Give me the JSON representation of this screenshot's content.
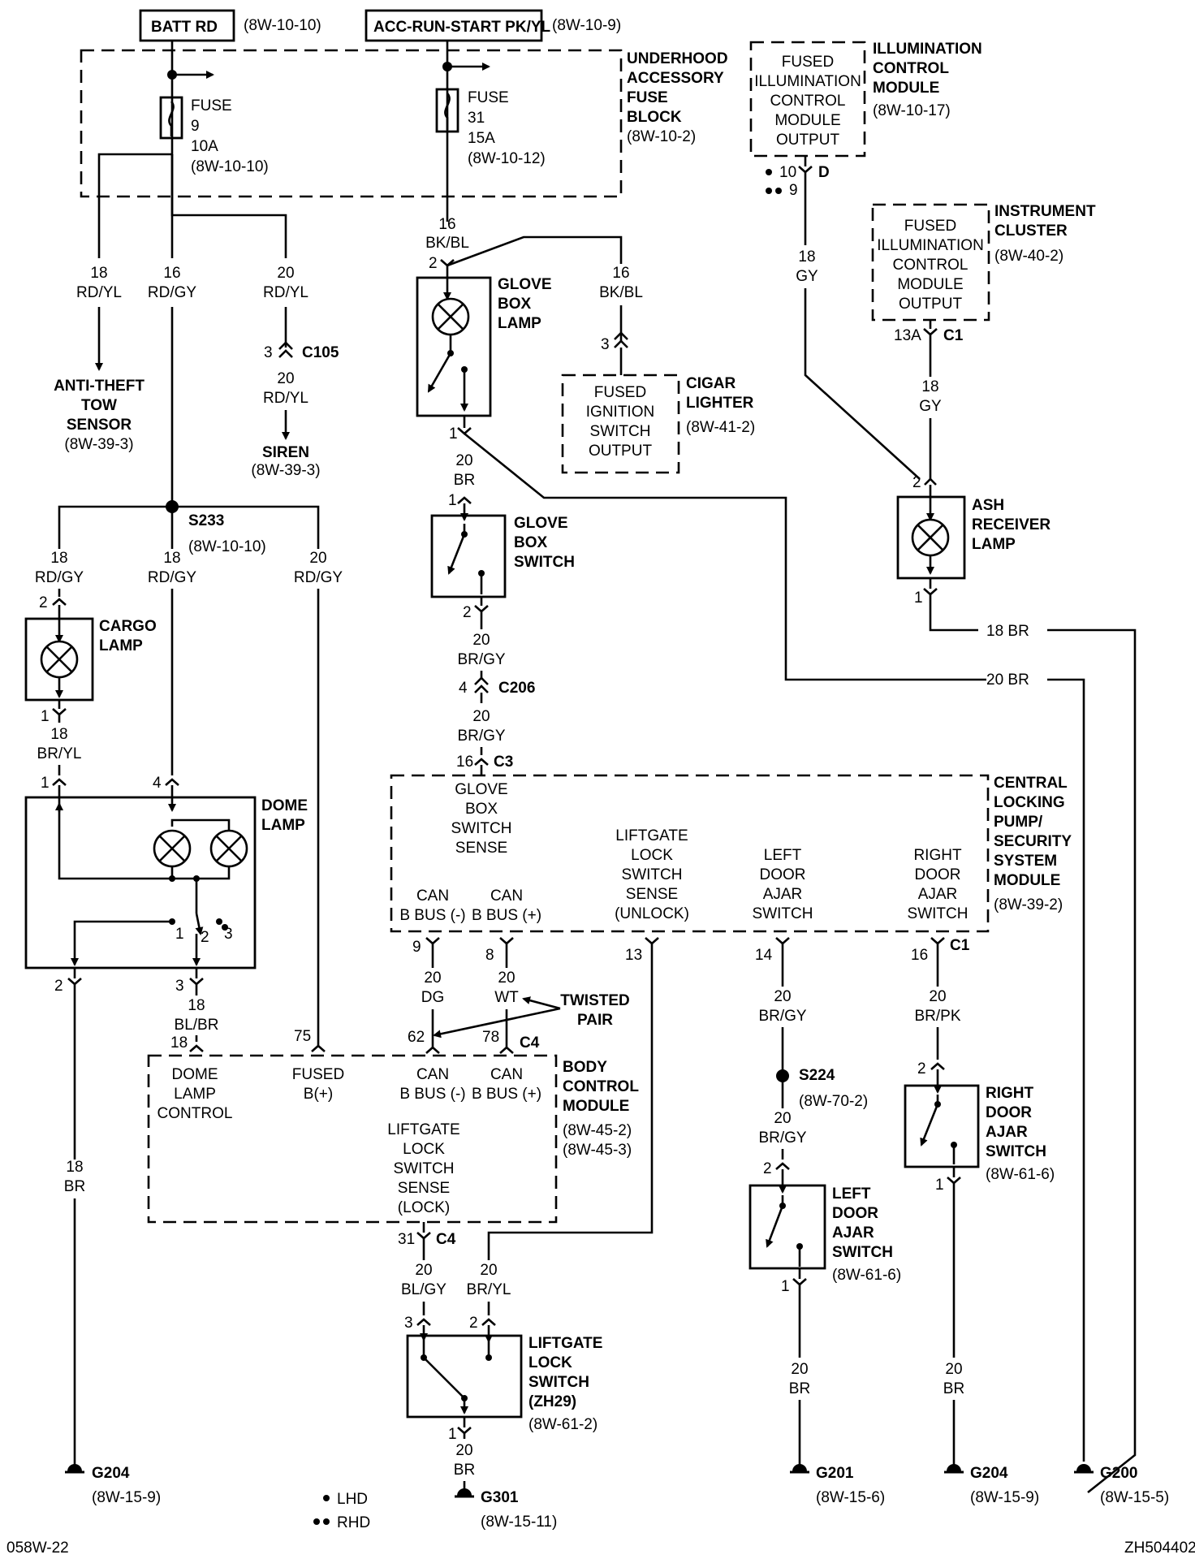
{
  "header": {
    "batt_rd": "BATT RD",
    "batt_ref": "(8W-10-10)",
    "acc_run": "ACC-RUN-START PK/YL",
    "acc_ref": "(8W-10-9)"
  },
  "underhood": {
    "l1": "UNDERHOOD",
    "l2": "ACCESSORY",
    "l3": "FUSE",
    "l4": "BLOCK",
    "ref": "(8W-10-2)"
  },
  "fuse9": {
    "l1": "FUSE",
    "l2": "9",
    "l3": "10A",
    "ref": "(8W-10-10)"
  },
  "fuse31": {
    "l1": "FUSE",
    "l2": "31",
    "l3": "15A",
    "ref": "(8W-10-12)"
  },
  "illum": {
    "box": [
      "FUSED",
      "ILLUMINATION",
      "CONTROL",
      "MODULE",
      "OUTPUT"
    ],
    "title": [
      "ILLUMINATION",
      "CONTROL",
      "MODULE"
    ],
    "ref": "(8W-10-17)",
    "pin1": "10",
    "pin2": "9",
    "conn": "D"
  },
  "cluster": {
    "box": [
      "FUSED",
      "ILLUMINATION",
      "CONTROL",
      "MODULE",
      "OUTPUT"
    ],
    "title": [
      "INSTRUMENT",
      "CLUSTER"
    ],
    "ref": "(8W-40-2)",
    "pin": "13A",
    "conn": "C1"
  },
  "wires": {
    "w18rdyl": [
      "18",
      "RD/YL"
    ],
    "w16rdgy": [
      "16",
      "RD/GY"
    ],
    "w20rdyl": [
      "20",
      "RD/YL"
    ],
    "w20rdyl_b": [
      "20",
      "RD/YL"
    ],
    "w16bkbl": [
      "16",
      "BK/BL"
    ],
    "w16bkbl_b": [
      "16",
      "BK/BL"
    ],
    "w18gy": [
      "18",
      "GY"
    ],
    "w18gy_b": [
      "18",
      "GY"
    ],
    "w20br_a": [
      "20",
      "BR"
    ],
    "w18rdgy_a": [
      "18",
      "RD/GY"
    ],
    "w18rdgy_b": [
      "18",
      "RD/GY"
    ],
    "w20rdgy": [
      "20",
      "RD/GY"
    ],
    "w20brgy_a": [
      "20",
      "BR/GY"
    ],
    "w20brgy_b": [
      "20",
      "BR/GY"
    ],
    "w18bryl": [
      "18",
      "BR/YL"
    ],
    "w18blbr": [
      "18",
      "BL/BR"
    ],
    "w18br_left": [
      "18",
      "BR"
    ],
    "w20dg": [
      "20",
      "DG"
    ],
    "w20wt": [
      "20",
      "WT"
    ],
    "w20brgy_c": [
      "20",
      "BR/GY"
    ],
    "w20brgy_d": [
      "20",
      "BR/GY"
    ],
    "w20brpk": [
      "20",
      "BR/PK"
    ],
    "w20blgy": [
      "20",
      "BL/GY"
    ],
    "w20bryl": [
      "20",
      "BR/YL"
    ],
    "w20br_g301": [
      "20",
      "BR"
    ],
    "w20br_g201": [
      "20",
      "BR"
    ],
    "w20br_g204r": [
      "20",
      "BR"
    ],
    "w18br_h": "18  BR",
    "w20br_h": "20  BR"
  },
  "antitheft": {
    "lines": [
      "ANTI-THEFT",
      "TOW",
      "SENSOR"
    ],
    "ref": "(8W-39-3)"
  },
  "c105": {
    "pin": "3",
    "conn": "C105"
  },
  "siren": {
    "label": "SIREN",
    "ref": "(8W-39-3)"
  },
  "glove_lamp": {
    "lines": [
      "GLOVE",
      "BOX",
      "LAMP"
    ],
    "pin_top": "2",
    "pin_bot": "1"
  },
  "cigar": {
    "box": [
      "FUSED",
      "IGNITION",
      "SWITCH",
      "OUTPUT"
    ],
    "title": [
      "CIGAR",
      "LIGHTER"
    ],
    "ref": "(8W-41-2)",
    "pin": "3"
  },
  "ash": {
    "lines": [
      "ASH",
      "RECEIVER",
      "LAMP"
    ],
    "pin_top": "2",
    "pin_bot": "1"
  },
  "s233": {
    "label": "S233",
    "ref": "(8W-10-10)"
  },
  "glove_switch": {
    "lines": [
      "GLOVE",
      "BOX",
      "SWITCH"
    ],
    "pin_top": "1",
    "pin_bot": "2"
  },
  "cargo": {
    "lines": [
      "CARGO",
      "LAMP"
    ],
    "pin_top": "2",
    "pin_bot": "1"
  },
  "c206": {
    "pin": "4",
    "conn": "C206"
  },
  "c3": {
    "pin": "16",
    "conn": "C3"
  },
  "clpm": {
    "title": [
      "CENTRAL",
      "LOCKING",
      "PUMP/",
      "SECURITY",
      "SYSTEM",
      "MODULE"
    ],
    "ref": "(8W-39-2)",
    "glove_sense": [
      "GLOVE",
      "BOX",
      "SWITCH",
      "SENSE"
    ],
    "can_minus": [
      "CAN",
      "B BUS (-)"
    ],
    "can_plus": [
      "CAN",
      "B BUS (+)"
    ],
    "liftgate_sense": [
      "LIFTGATE",
      "LOCK",
      "SWITCH",
      "SENSE",
      "(UNLOCK)"
    ],
    "left_door": [
      "LEFT",
      "DOOR",
      "AJAR",
      "SWITCH"
    ],
    "right_door": [
      "RIGHT",
      "DOOR",
      "AJAR",
      "SWITCH"
    ],
    "pins": [
      "9",
      "8",
      "13",
      "14",
      "16"
    ],
    "conn": "C1"
  },
  "dome": {
    "lines": [
      "DOME",
      "LAMP"
    ],
    "pin1": "1",
    "pin4": "4",
    "sw1": "1",
    "sw2": "2",
    "sw3": "3",
    "pin2": "2",
    "pin3": "3"
  },
  "twisted": [
    "TWISTED",
    "PAIR"
  ],
  "bcm": {
    "title": [
      "BODY",
      "CONTROL",
      "MODULE"
    ],
    "refs": [
      "(8W-45-2)",
      "(8W-45-3)"
    ],
    "dome_ctrl": [
      "DOME",
      "LAMP",
      "CONTROL"
    ],
    "fused": [
      "FUSED",
      "B(+)"
    ],
    "can_minus": [
      "CAN",
      "B BUS (-)"
    ],
    "can_plus": [
      "CAN",
      "B BUS (+)"
    ],
    "liftgate": [
      "LIFTGATE",
      "LOCK",
      "SWITCH",
      "SENSE",
      "(LOCK)"
    ],
    "pins": [
      "18",
      "75",
      "62",
      "78"
    ],
    "conn": "C4",
    "pin31": "31",
    "conn31": "C4"
  },
  "s224": {
    "label": "S224",
    "ref": "(8W-70-2)"
  },
  "right_door_sw": {
    "lines": [
      "RIGHT",
      "DOOR",
      "AJAR",
      "SWITCH"
    ],
    "ref": "(8W-61-6)",
    "pin_top": "2",
    "pin_bot": "1"
  },
  "left_door_sw": {
    "lines": [
      "LEFT",
      "DOOR",
      "AJAR",
      "SWITCH"
    ],
    "ref": "(8W-61-6)",
    "pin_top": "2",
    "pin_bot": "1"
  },
  "liftgate_sw": {
    "lines": [
      "LIFTGATE",
      "LOCK",
      "SWITCH",
      "(ZH29)"
    ],
    "ref": "(8W-61-2)",
    "pin3": "3",
    "pin2": "2",
    "pin1": "1"
  },
  "grounds": {
    "g204a": {
      "label": "G204",
      "ref": "(8W-15-9)"
    },
    "g301": {
      "label": "G301",
      "ref": "(8W-15-11)"
    },
    "g201": {
      "label": "G201",
      "ref": "(8W-15-6)"
    },
    "g204b": {
      "label": "G204",
      "ref": "(8W-15-9)"
    },
    "g200": {
      "label": "G200",
      "ref": "(8W-15-5)"
    }
  },
  "legend": {
    "lhd": "LHD",
    "rhd": "RHD"
  },
  "footer": {
    "left": "058W-22",
    "right": "ZH504402"
  }
}
